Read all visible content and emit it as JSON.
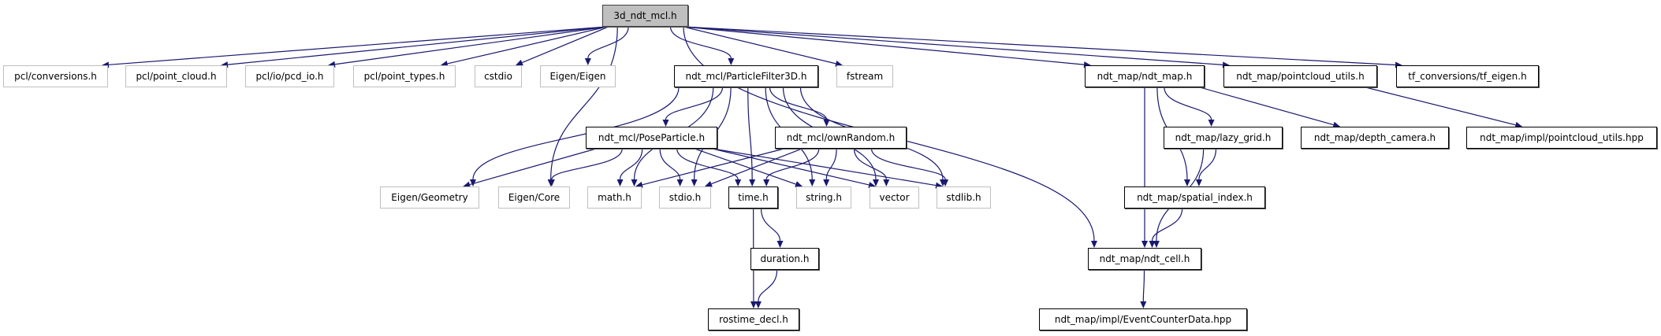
{
  "colors": {
    "edge": "#191970",
    "external_border": "#bfbfbf",
    "documented_border": "#000000",
    "root_fill": "#bfbfbf"
  },
  "nodes": {
    "root": {
      "label": "3d_ndt_mcl.h",
      "kind": "root"
    },
    "conversions": {
      "label": "pcl/conversions.h",
      "kind": "external"
    },
    "point_cloud": {
      "label": "pcl/point_cloud.h",
      "kind": "external"
    },
    "pcd_io": {
      "label": "pcl/io/pcd_io.h",
      "kind": "external"
    },
    "point_types": {
      "label": "pcl/point_types.h",
      "kind": "external"
    },
    "cstdio": {
      "label": "cstdio",
      "kind": "external"
    },
    "eigen_eigen": {
      "label": "Eigen/Eigen",
      "kind": "external"
    },
    "pf3d": {
      "label": "ndt_mcl/ParticleFilter3D.h",
      "kind": "documented"
    },
    "fstream": {
      "label": "fstream",
      "kind": "external"
    },
    "ndt_map": {
      "label": "ndt_map/ndt_map.h",
      "kind": "documented"
    },
    "pc_utils": {
      "label": "ndt_map/pointcloud_utils.h",
      "kind": "documented"
    },
    "tf_eigen": {
      "label": "tf_conversions/tf_eigen.h",
      "kind": "documented"
    },
    "pose_particle": {
      "label": "ndt_mcl/PoseParticle.h",
      "kind": "documented"
    },
    "own_random": {
      "label": "ndt_mcl/ownRandom.h",
      "kind": "documented"
    },
    "lazy_grid": {
      "label": "ndt_map/lazy_grid.h",
      "kind": "documented"
    },
    "depth_camera": {
      "label": "ndt_map/depth_camera.h",
      "kind": "documented"
    },
    "pc_utils_hpp": {
      "label": "ndt_map/impl/pointcloud_utils.hpp",
      "kind": "documented"
    },
    "eigen_geometry": {
      "label": "Eigen/Geometry",
      "kind": "external"
    },
    "eigen_core": {
      "label": "Eigen/Core",
      "kind": "external"
    },
    "math": {
      "label": "math.h",
      "kind": "external"
    },
    "stdio": {
      "label": "stdio.h",
      "kind": "external"
    },
    "time": {
      "label": "time.h",
      "kind": "documented"
    },
    "string": {
      "label": "string.h",
      "kind": "external"
    },
    "vector": {
      "label": "vector",
      "kind": "external"
    },
    "stdlib": {
      "label": "stdlib.h",
      "kind": "external"
    },
    "spatial_index": {
      "label": "ndt_map/spatial_index.h",
      "kind": "documented"
    },
    "duration": {
      "label": "duration.h",
      "kind": "documented"
    },
    "ndt_cell": {
      "label": "ndt_map/ndt_cell.h",
      "kind": "documented"
    },
    "rostime_decl": {
      "label": "rostime_decl.h",
      "kind": "documented"
    },
    "event_counter": {
      "label": "ndt_map/impl/EventCounterData.hpp",
      "kind": "documented"
    }
  },
  "edges": [
    [
      "root",
      "conversions"
    ],
    [
      "root",
      "point_cloud"
    ],
    [
      "root",
      "pcd_io"
    ],
    [
      "root",
      "point_types"
    ],
    [
      "root",
      "cstdio"
    ],
    [
      "root",
      "eigen_eigen"
    ],
    [
      "root",
      "pf3d"
    ],
    [
      "root",
      "fstream"
    ],
    [
      "root",
      "ndt_map"
    ],
    [
      "root",
      "pc_utils"
    ],
    [
      "root",
      "tf_eigen"
    ],
    [
      "root",
      "eigen_core"
    ],
    [
      "root",
      "ndt_cell"
    ],
    [
      "pf3d",
      "pose_particle"
    ],
    [
      "pf3d",
      "own_random"
    ],
    [
      "pf3d",
      "time"
    ],
    [
      "pf3d",
      "eigen_geometry"
    ],
    [
      "pf3d",
      "math"
    ],
    [
      "pf3d",
      "stdio"
    ],
    [
      "pf3d",
      "string"
    ],
    [
      "pf3d",
      "vector"
    ],
    [
      "pf3d",
      "stdlib"
    ],
    [
      "pose_particle",
      "eigen_geometry"
    ],
    [
      "pose_particle",
      "eigen_core"
    ],
    [
      "pose_particle",
      "math"
    ],
    [
      "pose_particle",
      "stdio"
    ],
    [
      "pose_particle",
      "time"
    ],
    [
      "pose_particle",
      "string"
    ],
    [
      "pose_particle",
      "vector"
    ],
    [
      "pose_particle",
      "stdlib"
    ],
    [
      "own_random",
      "math"
    ],
    [
      "own_random",
      "stdio"
    ],
    [
      "own_random",
      "time"
    ],
    [
      "own_random",
      "string"
    ],
    [
      "own_random",
      "vector"
    ],
    [
      "own_random",
      "stdlib"
    ],
    [
      "time",
      "duration"
    ],
    [
      "time",
      "rostime_decl"
    ],
    [
      "duration",
      "rostime_decl"
    ],
    [
      "ndt_map",
      "ndt_cell"
    ],
    [
      "ndt_map",
      "spatial_index"
    ],
    [
      "ndt_map",
      "lazy_grid"
    ],
    [
      "ndt_map",
      "depth_camera"
    ],
    [
      "pc_utils",
      "pc_utils_hpp"
    ],
    [
      "lazy_grid",
      "spatial_index"
    ],
    [
      "lazy_grid",
      "ndt_cell"
    ],
    [
      "spatial_index",
      "ndt_cell"
    ],
    [
      "ndt_cell",
      "event_counter"
    ]
  ]
}
